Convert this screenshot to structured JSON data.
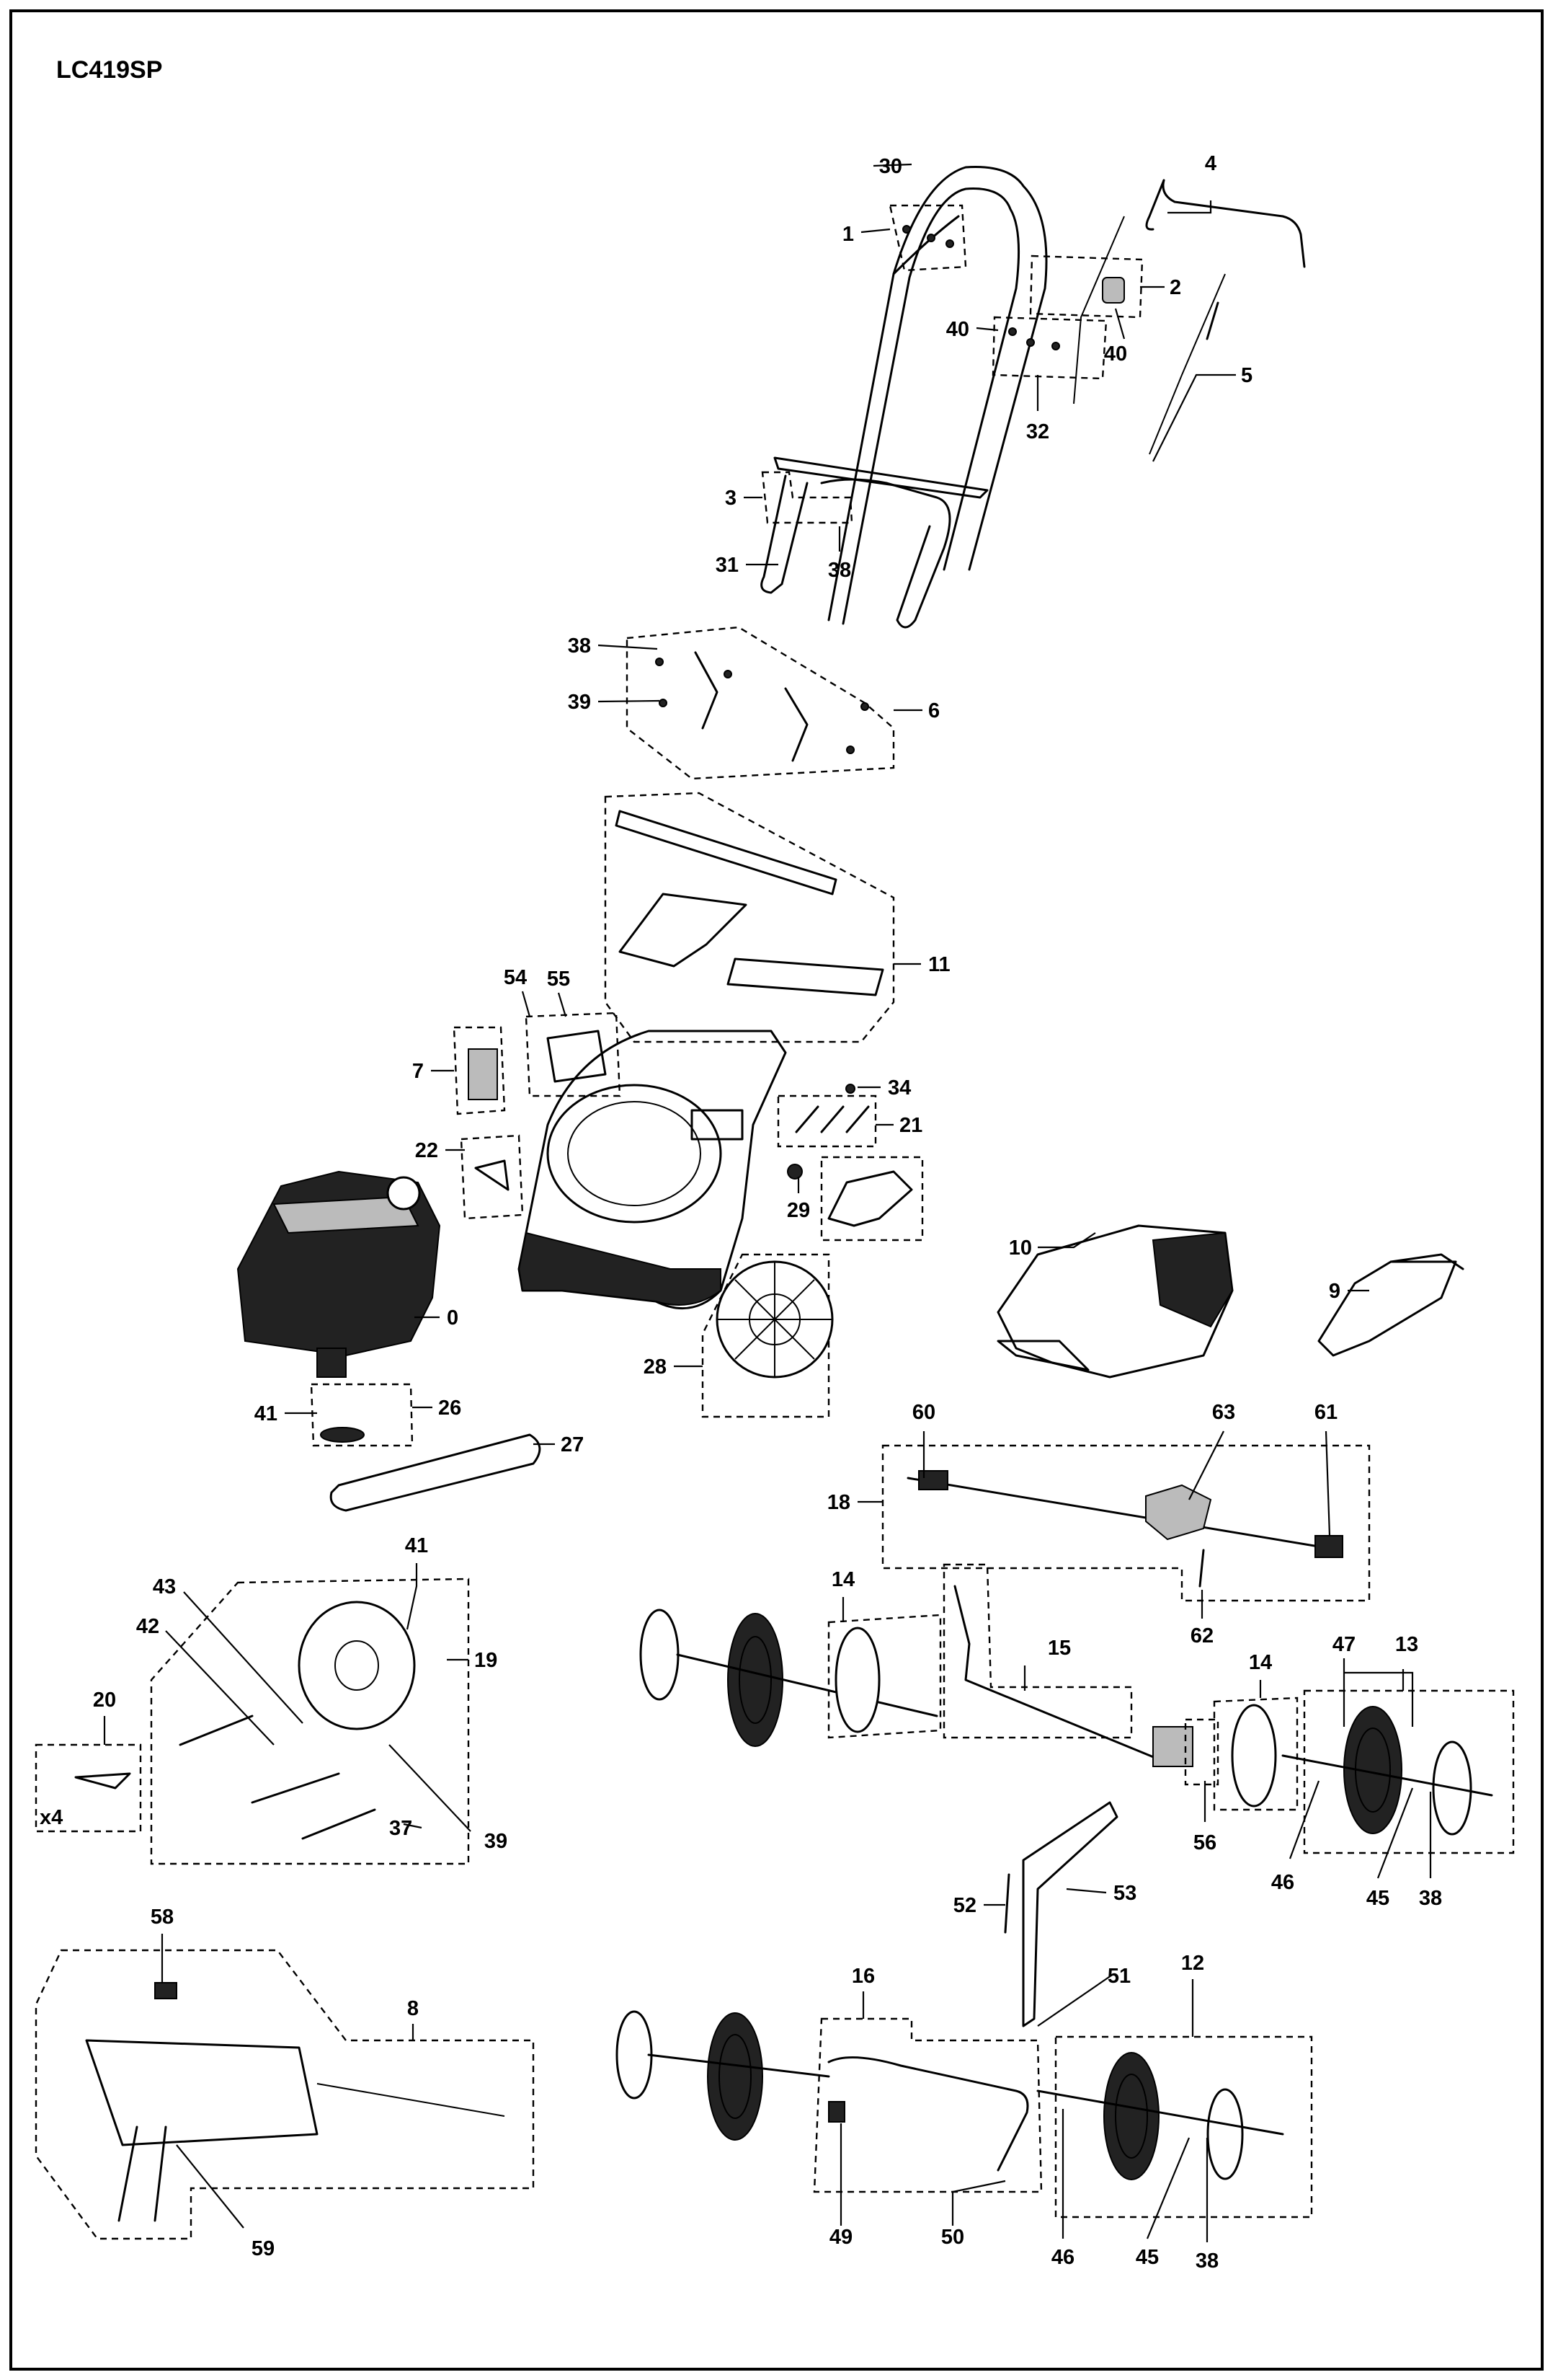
{
  "diagram": {
    "title": "LC419SP",
    "multiplier_note": "x4",
    "callouts": [
      {
        "key": "c0",
        "text": "0"
      },
      {
        "key": "c1",
        "text": "1"
      },
      {
        "key": "c2",
        "text": "2"
      },
      {
        "key": "c3",
        "text": "3"
      },
      {
        "key": "c4",
        "text": "4"
      },
      {
        "key": "c5",
        "text": "5"
      },
      {
        "key": "c6",
        "text": "6"
      },
      {
        "key": "c7",
        "text": "7"
      },
      {
        "key": "c8",
        "text": "8"
      },
      {
        "key": "c9",
        "text": "9"
      },
      {
        "key": "c10",
        "text": "10"
      },
      {
        "key": "c11",
        "text": "11"
      },
      {
        "key": "c12",
        "text": "12"
      },
      {
        "key": "c13",
        "text": "13"
      },
      {
        "key": "c14a",
        "text": "14"
      },
      {
        "key": "c14b",
        "text": "14"
      },
      {
        "key": "c15",
        "text": "15"
      },
      {
        "key": "c16",
        "text": "16"
      },
      {
        "key": "c18",
        "text": "18"
      },
      {
        "key": "c19",
        "text": "19"
      },
      {
        "key": "c20",
        "text": "20"
      },
      {
        "key": "c21",
        "text": "21"
      },
      {
        "key": "c22",
        "text": "22"
      },
      {
        "key": "c26",
        "text": "26"
      },
      {
        "key": "c27",
        "text": "27"
      },
      {
        "key": "c28",
        "text": "28"
      },
      {
        "key": "c29",
        "text": "29"
      },
      {
        "key": "c30",
        "text": "30"
      },
      {
        "key": "c31",
        "text": "31"
      },
      {
        "key": "c32",
        "text": "32"
      },
      {
        "key": "c34",
        "text": "34"
      },
      {
        "key": "c37",
        "text": "37"
      },
      {
        "key": "c38a",
        "text": "38"
      },
      {
        "key": "c38b",
        "text": "38"
      },
      {
        "key": "c38c",
        "text": "38"
      },
      {
        "key": "c38d",
        "text": "38"
      },
      {
        "key": "c39a",
        "text": "39"
      },
      {
        "key": "c39b",
        "text": "39"
      },
      {
        "key": "c40a",
        "text": "40"
      },
      {
        "key": "c40b",
        "text": "40"
      },
      {
        "key": "c41a",
        "text": "41"
      },
      {
        "key": "c41b",
        "text": "41"
      },
      {
        "key": "c42",
        "text": "42"
      },
      {
        "key": "c43",
        "text": "43"
      },
      {
        "key": "c45a",
        "text": "45"
      },
      {
        "key": "c45b",
        "text": "45"
      },
      {
        "key": "c46a",
        "text": "46"
      },
      {
        "key": "c46b",
        "text": "46"
      },
      {
        "key": "c47",
        "text": "47"
      },
      {
        "key": "c49",
        "text": "49"
      },
      {
        "key": "c50",
        "text": "50"
      },
      {
        "key": "c51",
        "text": "51"
      },
      {
        "key": "c52",
        "text": "52"
      },
      {
        "key": "c53",
        "text": "53"
      },
      {
        "key": "c54",
        "text": "54"
      },
      {
        "key": "c55",
        "text": "55"
      },
      {
        "key": "c56",
        "text": "56"
      },
      {
        "key": "c58",
        "text": "58"
      },
      {
        "key": "c59",
        "text": "59"
      },
      {
        "key": "c60",
        "text": "60"
      },
      {
        "key": "c61",
        "text": "61"
      },
      {
        "key": "c62",
        "text": "62"
      },
      {
        "key": "c63",
        "text": "63"
      }
    ]
  }
}
